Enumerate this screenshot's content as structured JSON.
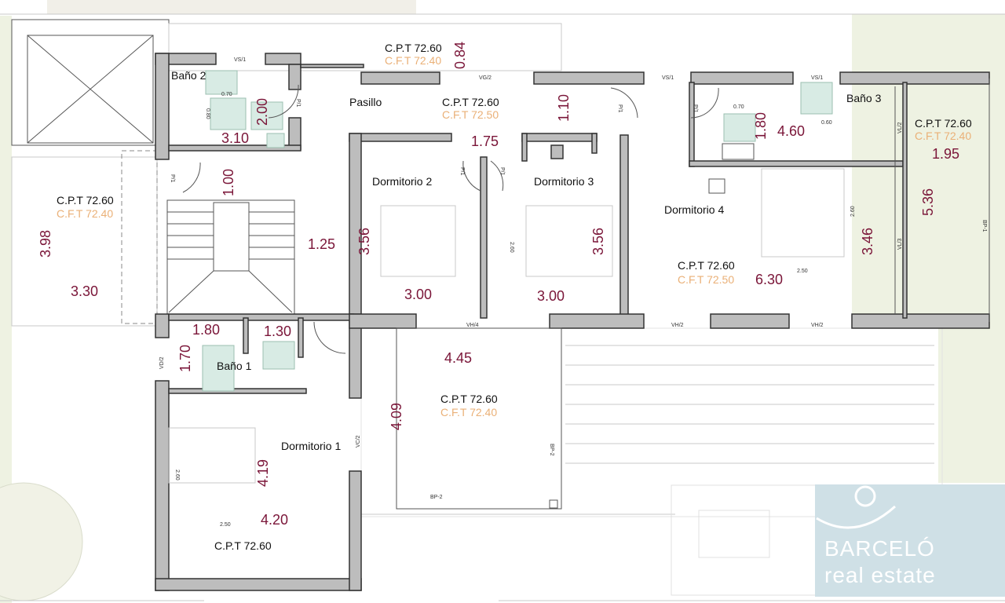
{
  "colors": {
    "wall": "#bdbdbd",
    "dimension": "#7a1538",
    "floor_level_finished": "#eab077",
    "garden": "#eef2e2",
    "logo_bg": "#cfe0e6"
  },
  "rooms": [
    "Baño 2",
    "Pasillo",
    "Dormitorio 2",
    "Dormitorio 3",
    "Dormitorio 4",
    "Baño 3",
    "Baño 1",
    "Dormitorio 1"
  ],
  "levels": [
    {
      "cpt": "C.P.T 72.60",
      "cft": "C.F.T 72.40"
    },
    {
      "cpt": "C.P.T 72.60",
      "cft": "C.F.T 72.50"
    },
    {
      "cpt": "C.P.T 72.60",
      "cft": "C.F.T 72.40"
    },
    {
      "cpt": "C.P.T 72.60",
      "cft": "C.F.T 72.40"
    },
    {
      "cpt": "C.P.T 72.60",
      "cft": "C.F.T 72.50"
    },
    {
      "cpt": "C.P.T 72.60",
      "cft": "C.F.T 72.40"
    },
    {
      "cpt": "C.P.T 72.60"
    }
  ],
  "dimensions": [
    "0.84",
    "2.00",
    "3.10",
    "1.10",
    "1.75",
    "1.80",
    "4.60",
    "1.95",
    "1.00",
    "1.25",
    "3.56",
    "3.56",
    "5.36",
    "3.46",
    "3.98",
    "3.30",
    "3.00",
    "3.00",
    "6.30",
    "1.80",
    "1.30",
    "1.70",
    "4.45",
    "4.09",
    "4.19",
    "4.20"
  ],
  "openings": [
    "VS/1",
    "VG/2",
    "VS/1",
    "VS/1",
    "VH/4",
    "VH/2",
    "VH/2",
    "VD/2",
    "VC/2",
    "BP-2",
    "BP-2",
    "BP-1",
    "VL/2",
    "VL/3",
    "P/1",
    "P/1",
    "P/1",
    "P/1",
    "P/1",
    "P/1"
  ],
  "small_dims": [
    "2.60",
    "2.50",
    "2.60",
    "2.50",
    "2.60",
    "0.70",
    "0.70",
    "0.80",
    "0.60"
  ],
  "logo": {
    "line1": "BARCELÓ",
    "line2": "real estate"
  }
}
